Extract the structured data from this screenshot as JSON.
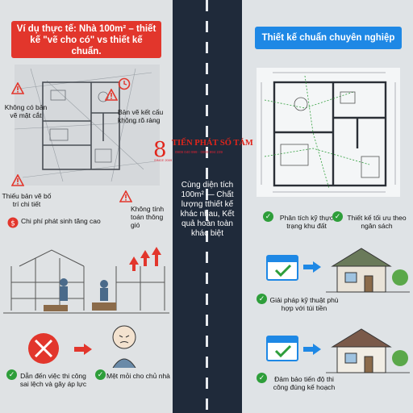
{
  "left_panel": {
    "banner": "Ví dụ thực tế: Nhà 100m² – thiết kế \"vẽ cho có\" vs thiết kế chuẩn.",
    "problems": [
      {
        "label": "Không có bản vẽ mặt cắt"
      },
      {
        "label": "Bản vẽ kết cấu không rõ ràng"
      },
      {
        "label": "Thiếu bản vẽ bố trí chi tiết"
      },
      {
        "label": "Không tính toán thông gió"
      },
      {
        "label": "Chi phí phát sinh tăng cao"
      }
    ],
    "results": [
      {
        "label": "Dẫn đến việc thi công sai lệch và gây áp lực"
      },
      {
        "label": "Mệt mỏi cho chủ nhà"
      }
    ]
  },
  "center": {
    "text": "Cùng diện tích 100m² — Chất lượng tthiết kế khác nhau, Kết quả hoàn toàn khác biệt",
    "logo_name": "TIẾN PHÁT SỐ TÁM",
    "logo_sub": "0909 040 999 · 0909 994 239",
    "logo_since": "SINCE 2009"
  },
  "right_panel": {
    "banner": "Thiết kế chuẩn chuyên nghiệp",
    "benefits": [
      {
        "label": "Phân tích kỹ thực trạng khu đất"
      },
      {
        "label": "Thiết kế tối ưu theo ngân sách"
      },
      {
        "label": "Giải pháp kỹ thuật phù hợp với túi tiền"
      },
      {
        "label": "Đảm bảo tiến độ thi công đúng kế hoạch"
      }
    ]
  },
  "colors": {
    "red": "#e2362c",
    "blue": "#1e88e5",
    "road": "#1f2a3a",
    "green": "#2e9e3a"
  }
}
